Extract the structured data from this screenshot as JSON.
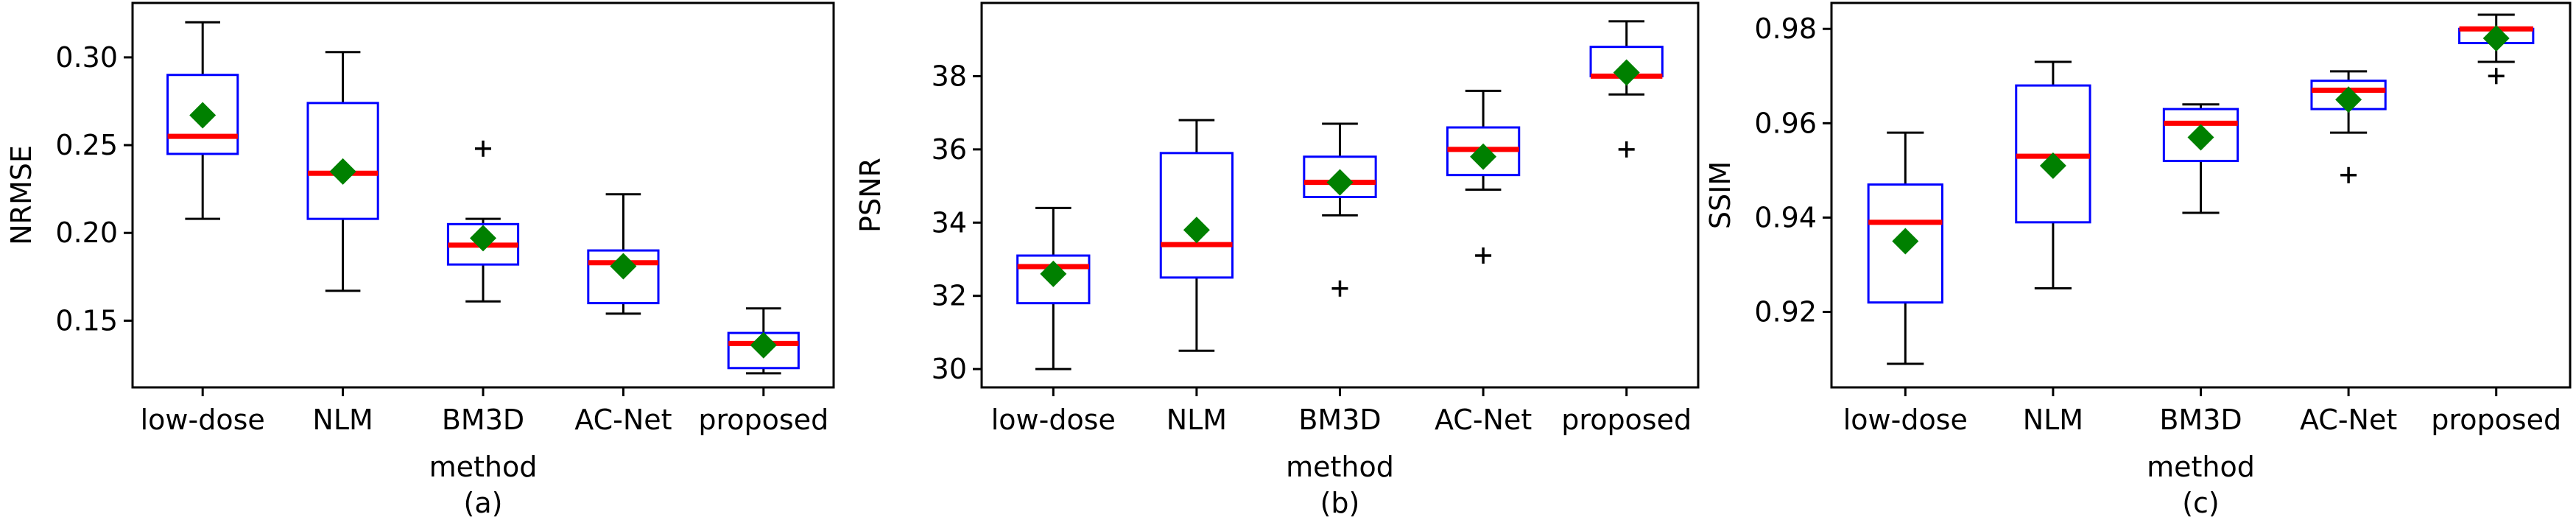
{
  "chart_data": [
    {
      "type": "box",
      "panel_label": "(a)",
      "xlabel": "method",
      "ylabel": "NRMSE",
      "categories": [
        "low-dose",
        "NLM",
        "BM3D",
        "AC-Net",
        "proposed"
      ],
      "ylim": [
        0.112,
        0.331
      ],
      "yticks": [
        0.15,
        0.2,
        0.25,
        0.3
      ],
      "ytick_labels": [
        "0.15",
        "0.20",
        "0.25",
        "0.30"
      ],
      "boxes": [
        {
          "whisker_low": 0.208,
          "q1": 0.245,
          "median": 0.255,
          "q3": 0.29,
          "whisker_high": 0.32,
          "mean": 0.267,
          "outliers": []
        },
        {
          "whisker_low": 0.167,
          "q1": 0.208,
          "median": 0.234,
          "q3": 0.274,
          "whisker_high": 0.303,
          "mean": 0.235,
          "outliers": []
        },
        {
          "whisker_low": 0.161,
          "q1": 0.182,
          "median": 0.193,
          "q3": 0.205,
          "whisker_high": 0.208,
          "mean": 0.197,
          "outliers": [
            0.248
          ]
        },
        {
          "whisker_low": 0.154,
          "q1": 0.16,
          "median": 0.183,
          "q3": 0.19,
          "whisker_high": 0.222,
          "mean": 0.181,
          "outliers": []
        },
        {
          "whisker_low": 0.12,
          "q1": 0.123,
          "median": 0.137,
          "q3": 0.143,
          "whisker_high": 0.157,
          "mean": 0.136,
          "outliers": []
        }
      ]
    },
    {
      "type": "box",
      "panel_label": "(b)",
      "xlabel": "method",
      "ylabel": "PSNR",
      "categories": [
        "low-dose",
        "NLM",
        "BM3D",
        "AC-Net",
        "proposed"
      ],
      "ylim": [
        29.5,
        40.0
      ],
      "yticks": [
        30,
        32,
        34,
        36,
        38
      ],
      "ytick_labels": [
        "30",
        "32",
        "34",
        "36",
        "38"
      ],
      "boxes": [
        {
          "whisker_low": 30.0,
          "q1": 31.8,
          "median": 32.8,
          "q3": 33.1,
          "whisker_high": 34.4,
          "mean": 32.6,
          "outliers": []
        },
        {
          "whisker_low": 30.5,
          "q1": 32.5,
          "median": 33.4,
          "q3": 35.9,
          "whisker_high": 36.8,
          "mean": 33.8,
          "outliers": []
        },
        {
          "whisker_low": 34.2,
          "q1": 34.7,
          "median": 35.1,
          "q3": 35.8,
          "whisker_high": 36.7,
          "mean": 35.1,
          "outliers": [
            32.2
          ]
        },
        {
          "whisker_low": 34.9,
          "q1": 35.3,
          "median": 36.0,
          "q3": 36.6,
          "whisker_high": 37.6,
          "mean": 35.8,
          "outliers": [
            33.1
          ]
        },
        {
          "whisker_low": 37.5,
          "q1": 38.0,
          "median": 38.0,
          "q3": 38.8,
          "whisker_high": 39.5,
          "mean": 38.1,
          "outliers": [
            36.0
          ]
        }
      ]
    },
    {
      "type": "box",
      "panel_label": "(c)",
      "xlabel": "method",
      "ylabel": "SSIM",
      "categories": [
        "low-dose",
        "NLM",
        "BM3D",
        "AC-Net",
        "proposed"
      ],
      "ylim": [
        0.904,
        0.9855
      ],
      "yticks": [
        0.92,
        0.94,
        0.96,
        0.98
      ],
      "ytick_labels": [
        "0.92",
        "0.94",
        "0.96",
        "0.98"
      ],
      "boxes": [
        {
          "whisker_low": 0.909,
          "q1": 0.922,
          "median": 0.939,
          "q3": 0.947,
          "whisker_high": 0.958,
          "mean": 0.935,
          "outliers": []
        },
        {
          "whisker_low": 0.925,
          "q1": 0.939,
          "median": 0.953,
          "q3": 0.968,
          "whisker_high": 0.973,
          "mean": 0.951,
          "outliers": []
        },
        {
          "whisker_low": 0.941,
          "q1": 0.952,
          "median": 0.96,
          "q3": 0.963,
          "whisker_high": 0.964,
          "mean": 0.957,
          "outliers": []
        },
        {
          "whisker_low": 0.958,
          "q1": 0.963,
          "median": 0.967,
          "q3": 0.969,
          "whisker_high": 0.971,
          "mean": 0.965,
          "outliers": [
            0.949
          ]
        },
        {
          "whisker_low": 0.973,
          "q1": 0.977,
          "median": 0.98,
          "q3": 0.98,
          "whisker_high": 0.983,
          "mean": 0.978,
          "outliers": [
            0.97
          ]
        }
      ]
    }
  ],
  "colors": {
    "box": "#0000ff",
    "median": "#ff0000",
    "mean": "#008000",
    "whisker": "#000000",
    "outlier": "#000000",
    "frame": "#000000"
  }
}
